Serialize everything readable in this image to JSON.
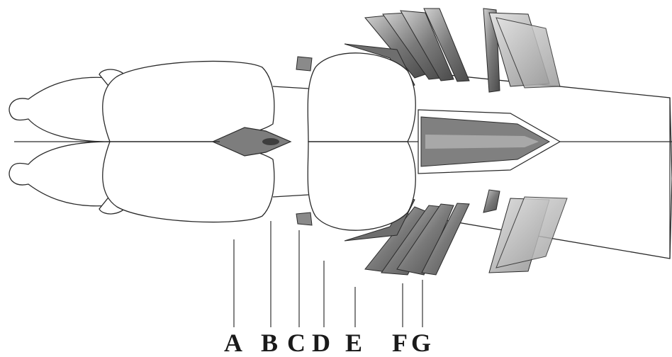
{
  "diagram": {
    "labels": [
      "A",
      "B",
      "C",
      "D",
      "E",
      "F",
      "G"
    ]
  },
  "colors": {
    "outline": "#2a2a2a",
    "nerve_dark": "#5a5a5a",
    "nerve_mid": "#8a8a8a",
    "nerve_light": "#b5b5b5",
    "ventricle": "#7d7d7d",
    "background": "#ffffff"
  }
}
